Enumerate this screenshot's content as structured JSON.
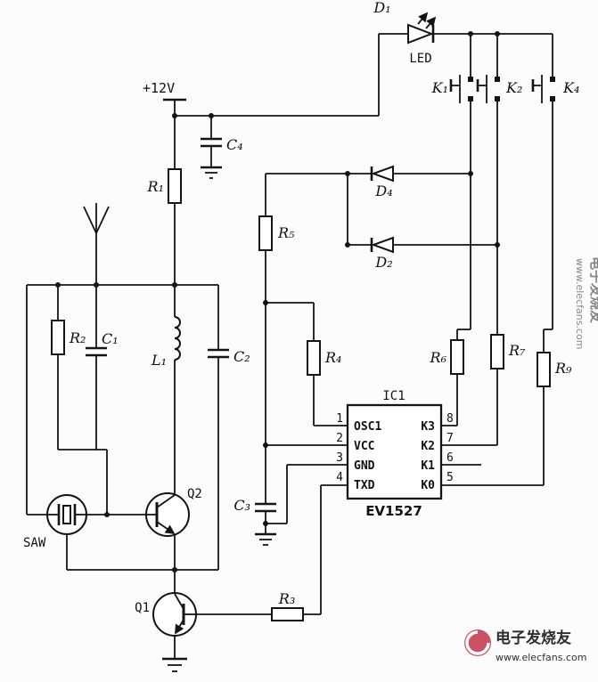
{
  "labels": {
    "power": "+12V",
    "led_designator": "D₁",
    "led": "LED",
    "saw": "SAW",
    "inductor": "L₁",
    "buttons": {
      "k1": "K₁",
      "k2": "K₂",
      "k4": "K₄"
    },
    "diodes": {
      "d4": "D₄",
      "d2": "D₂"
    },
    "resistors": {
      "r1": "R₁",
      "r2": "R₂",
      "r3": "R₃",
      "r4": "R₄",
      "r5": "R₅",
      "r6": "R₆",
      "r7": "R₇",
      "r9": "R₉"
    },
    "capacitors": {
      "c1": "C₁",
      "c2": "C₂",
      "c3": "C₃",
      "c4": "C₄"
    },
    "transistors": {
      "q1": "Q1",
      "q2": "Q2"
    }
  },
  "ic": {
    "designator": "IC1",
    "part_number": "EV1527",
    "left_pins": [
      {
        "number": "1",
        "name": "OSC1"
      },
      {
        "number": "2",
        "name": "VCC"
      },
      {
        "number": "3",
        "name": "GND"
      },
      {
        "number": "4",
        "name": "TXD"
      }
    ],
    "right_pins": [
      {
        "number": "8",
        "name": "K3"
      },
      {
        "number": "7",
        "name": "K2"
      },
      {
        "number": "6",
        "name": "K1"
      },
      {
        "number": "5",
        "name": "K0"
      }
    ]
  },
  "watermark": {
    "brand": "电子发烧友",
    "url": "www.elecfans.com",
    "color": "#c43a52"
  }
}
